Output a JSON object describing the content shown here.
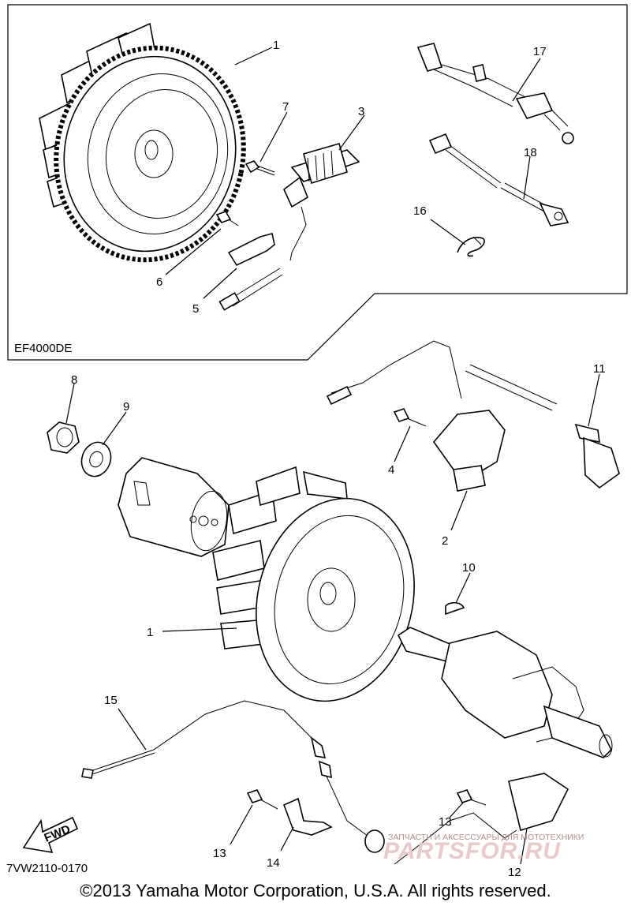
{
  "inset": {
    "model_label": "EF4000DE"
  },
  "part_numbers": {
    "p1_top": "1",
    "p7": "7",
    "p3": "3",
    "p6": "6",
    "p5": "5",
    "p17": "17",
    "p18": "18",
    "p16": "16",
    "p8": "8",
    "p9": "9",
    "p11": "11",
    "p4": "4",
    "p2": "2",
    "p10": "10",
    "p1_main": "1",
    "p15": "15",
    "p13_left": "13",
    "p14": "14",
    "p13_right": "13",
    "p12": "12"
  },
  "fwd_label": "FWD",
  "diagram_code": "7VW2110-0170",
  "copyright": "©2013 Yamaha Motor Corporation, U.S.A. All rights reserved.",
  "watermark": {
    "text": "ЗАПЧАСТИ И АКСЕССУАРЫ ДЛЯ МОТОТЕХНИКИ",
    "logo": "PARTSFOR.RU"
  }
}
